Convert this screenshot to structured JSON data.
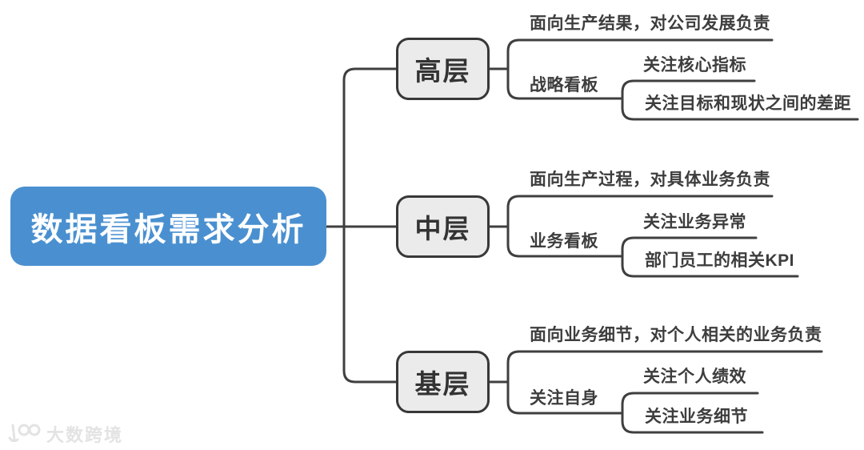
{
  "root": {
    "label": "数据看板需求分析"
  },
  "branches": [
    {
      "label": "高层",
      "summary": "面向生产结果，对公司发展负责",
      "topic": {
        "label": "战略看板",
        "children": [
          "关注核心指标",
          "关注目标和现状之间的差距"
        ]
      }
    },
    {
      "label": "中层",
      "summary": "面向生产过程，对具体业务负责",
      "topic": {
        "label": "业务看板",
        "children": [
          "关注业务异常",
          "部门员工的相关KPI"
        ]
      }
    },
    {
      "label": "基层",
      "summary": "面向业务细节，对个人相关的业务负责",
      "topic": {
        "label": "关注自身",
        "children": [
          "关注个人绩效",
          "关注业务细节"
        ]
      }
    }
  ],
  "watermark": {
    "label": "大数跨境"
  },
  "colors": {
    "accent": "#4a90d0",
    "line": "#3f3f3f",
    "box-border": "#383838",
    "box-fill": "#ebebeb",
    "box-text": "#333333",
    "node-text": "#3d3d3d",
    "watermark": "#e3e3e3",
    "bg": "#ffffff"
  }
}
